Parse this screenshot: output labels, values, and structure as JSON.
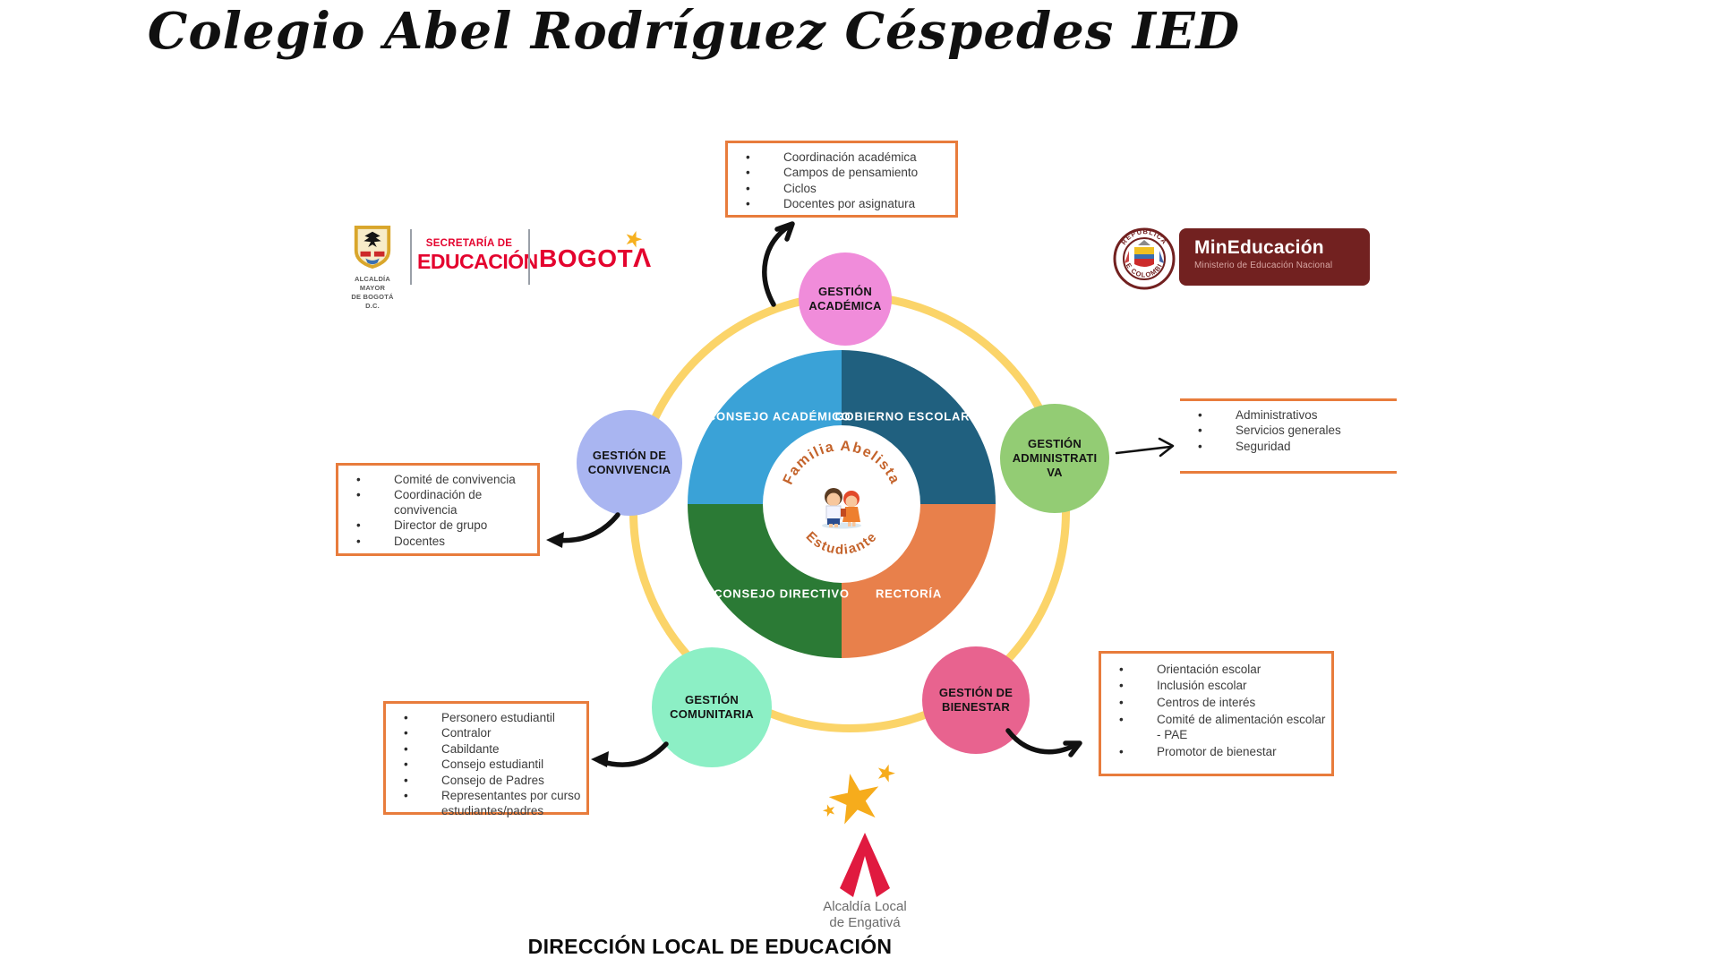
{
  "title": "Colegio Abel Rodríguez Céspedes IED",
  "wheel": {
    "quadrants": [
      {
        "label": "CONSEJO ACADÉMICO",
        "color": "#3AA2D7"
      },
      {
        "label": "GOBIERNO ESCOLAR",
        "color": "#20607F"
      },
      {
        "label": "CONSEJO DIRECTIVO",
        "color": "#2B7A35"
      },
      {
        "label": "RECTORÍA",
        "color": "#E8804B"
      }
    ],
    "center_top": "Familia Abelista",
    "center_bottom": "Estudiante",
    "center_text_color": "#C4632B",
    "ring_color": "#FBD469"
  },
  "circles": [
    {
      "id": "gestion-academica",
      "label": "GESTIÓN\nACADÉMICA",
      "color": "#F08CDA"
    },
    {
      "id": "gestion-administrativa",
      "label": "GESTIÓN\nADMINISTRATI\nVA",
      "color": "#93CC74"
    },
    {
      "id": "gestion-de-bienestar",
      "label": "GESTIÓN DE\nBIENESTAR",
      "color": "#E8638F"
    },
    {
      "id": "gestion-comunitaria",
      "label": "GESTIÓN\nCOMUNITARIA",
      "color": "#8CEFC5"
    },
    {
      "id": "gestion-de-convivencia",
      "label": "GESTIÓN DE\nCONVIVENCIA",
      "color": "#A9B5F1"
    }
  ],
  "boxes": {
    "border_color": "#E87C3C",
    "academica": {
      "items": [
        "Coordinación académica",
        "Campos de pensamiento",
        "Ciclos",
        "Docentes por asignatura"
      ]
    },
    "convivencia": {
      "items": [
        "Comité de convivencia",
        "Coordinación de convivencia",
        "Director de grupo",
        "Docentes"
      ]
    },
    "administrativa": {
      "items": [
        "Administrativos",
        "Servicios generales",
        "Seguridad"
      ]
    },
    "comunitaria": {
      "items": [
        "Personero estudiantil",
        "Contralor",
        "Cabildante",
        "Consejo  estudiantil",
        "Consejo de Padres",
        "Representantes por curso estudiantes/padres"
      ]
    },
    "bienestar": {
      "items": [
        "Orientación escolar",
        "Inclusión  escolar",
        "Centros de interés",
        "Comité de alimentación escolar  - PAE",
        "Promotor de bienestar"
      ]
    }
  },
  "logos": {
    "bogota": {
      "crest_caption": "ALCALDÍA MAYOR\nDE BOGOTÁ D.C.",
      "secretaria_line1": "SECRETARÍA DE",
      "secretaria_line2": "EDUCACIÓN",
      "bogota_word": "BOGOT",
      "bogota_lambda": "Λ",
      "red": "#E4032E"
    },
    "mineducacion": {
      "title": "MinEducación",
      "subtitle": "Ministerio de Educación Nacional",
      "seal_top": "REPÚBLICA",
      "seal_bottom": "DE COLOMBIA",
      "maroon": "#722120"
    },
    "engativa": {
      "caption": "Alcaldía Local\nde Engativá",
      "star": "★",
      "lambda_color": "#E01A3F"
    }
  },
  "footer": "DIRECCIÓN LOCAL DE EDUCACIÓN"
}
